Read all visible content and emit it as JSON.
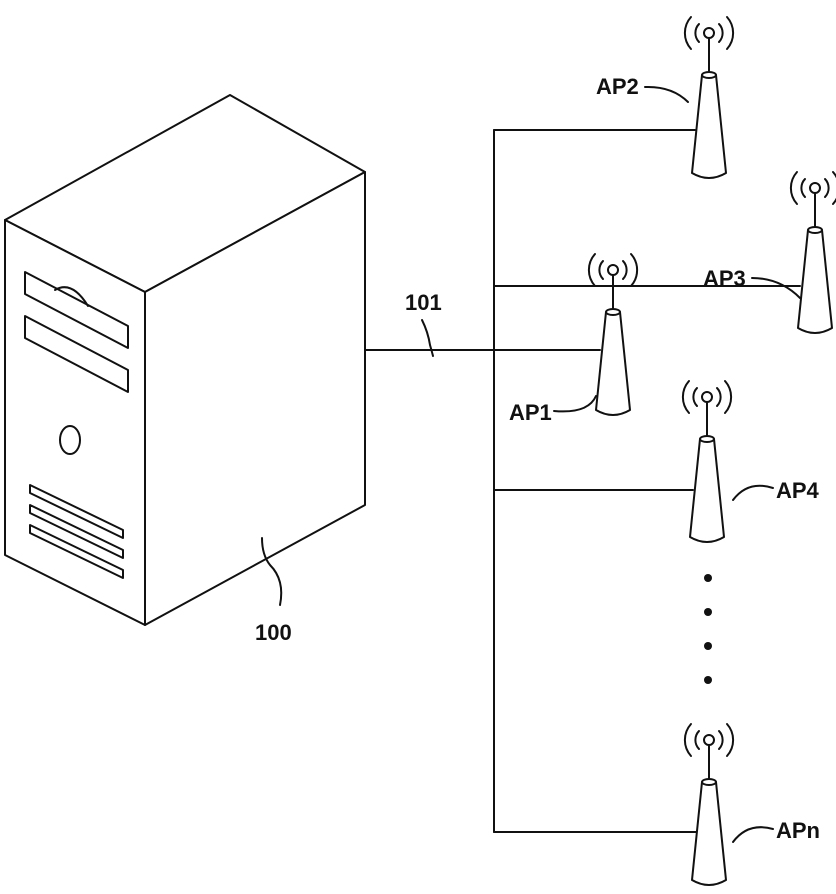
{
  "labels": {
    "server": "100",
    "link": "101",
    "ap1": "AP1",
    "ap2": "AP2",
    "ap3": "AP3",
    "ap4": "AP4",
    "apn": "APn"
  },
  "colors": {
    "line": "#111111",
    "background": "#ffffff"
  },
  "icons": {
    "server": "server-tower-icon",
    "access_point": "antenna-icon",
    "signal": "radio-waves-icon"
  }
}
